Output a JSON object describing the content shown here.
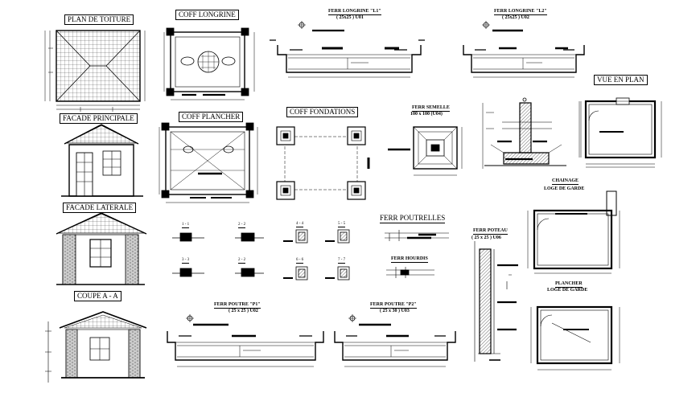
{
  "titles": {
    "plan_toiture": "PLAN DE TOITURE",
    "coff_longrine": "COFF LONGRINE",
    "ferr_longrine_l1": "FERR LONGRINE \"L1\"",
    "ferr_longrine_l1_dim": "( 25x25 ) U01",
    "ferr_longrine_l2": "FERR LONGRINE \"L2\"",
    "ferr_longrine_l2_dim": "( 25x25 ) U02",
    "vue_en_plan": "VUE EN PLAN",
    "facade_principale": "FACADE PRINCIPALE",
    "coff_plancher": "COFF PLANCHER",
    "coff_fondations": "COFF FONDATIONS",
    "ferr_semelle": "FERR SEMELLE",
    "ferr_semelle_dim": "100 x 100 (U04)",
    "chaiinage_loge": "CHAINAGE",
    "loge_de_garde_1": "LOGE DE GARDE",
    "facade_laterale": "FACADE LATERALE",
    "ferr_poutrelles": "FERR POUTRELLES",
    "ferr_poteau": "FERR POTEAU",
    "ferr_poteau_dim": "( 25 x 25 ) U06",
    "ferr_hourdis": "FERR HOURDIS",
    "coupe_aa": "COUPE A - A",
    "plancher_loge": "PLANCHER",
    "loge_de_garde_2": "LOGE DE GARDE",
    "ferr_poutre_p1": "FERR POUTRE \"P1\"",
    "ferr_poutre_p1_dim": "( 25 x 25 ) U02",
    "ferr_poutre_p2": "FERR POUTRE \"P2\"",
    "ferr_poutre_p2_dim": "( 25 x 30 ) U03"
  },
  "section_marks": [
    "1 - 1",
    "2 - 2",
    "3 - 3",
    "4 - 4",
    "5 - 5",
    "6 - 6",
    "7 - 7"
  ],
  "colors": {
    "line": "#000000",
    "background": "#ffffff",
    "hatch": "#000000"
  }
}
